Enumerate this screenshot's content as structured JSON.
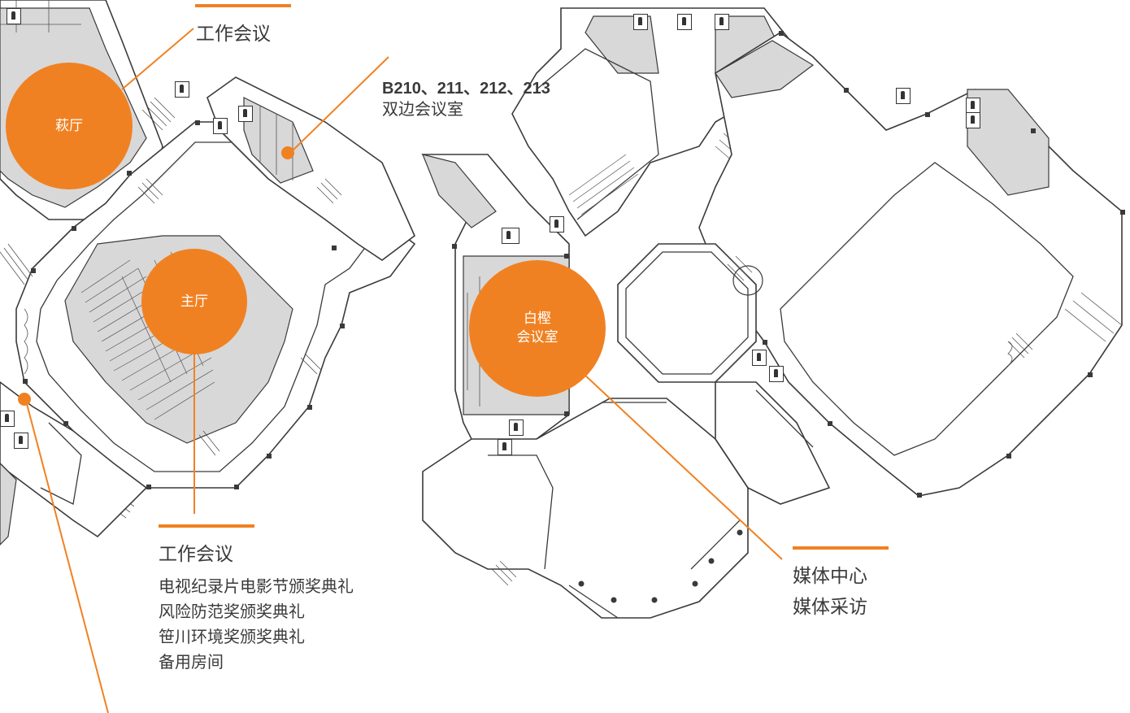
{
  "colors": {
    "accent": "#f08122",
    "room_fill": "#d8d8d8",
    "wall": "#3a3a3a",
    "text": "#3a3a3a"
  },
  "bubbles": {
    "di_hall": "萩厅",
    "main_hall": "主厅",
    "shirakashi": "白樫\n会议室"
  },
  "labels": {
    "top_left": {
      "title": "工作会议"
    },
    "top_mid": {
      "code": "B210、211、212、213",
      "name": "双边会议室"
    },
    "bottom_mid": {
      "title": "工作会议",
      "lines": [
        "电视纪录片电影节颁奖典礼",
        "风险防范奖颁奖典礼",
        "笹川环境奖颁奖典礼",
        "备用房间"
      ]
    },
    "bottom_right": {
      "lines": [
        "媒体中心",
        "媒体采访"
      ]
    }
  },
  "icons": [
    "restroom-icon",
    "elevator-icon",
    "smoking-icon",
    "escalator-icon"
  ]
}
